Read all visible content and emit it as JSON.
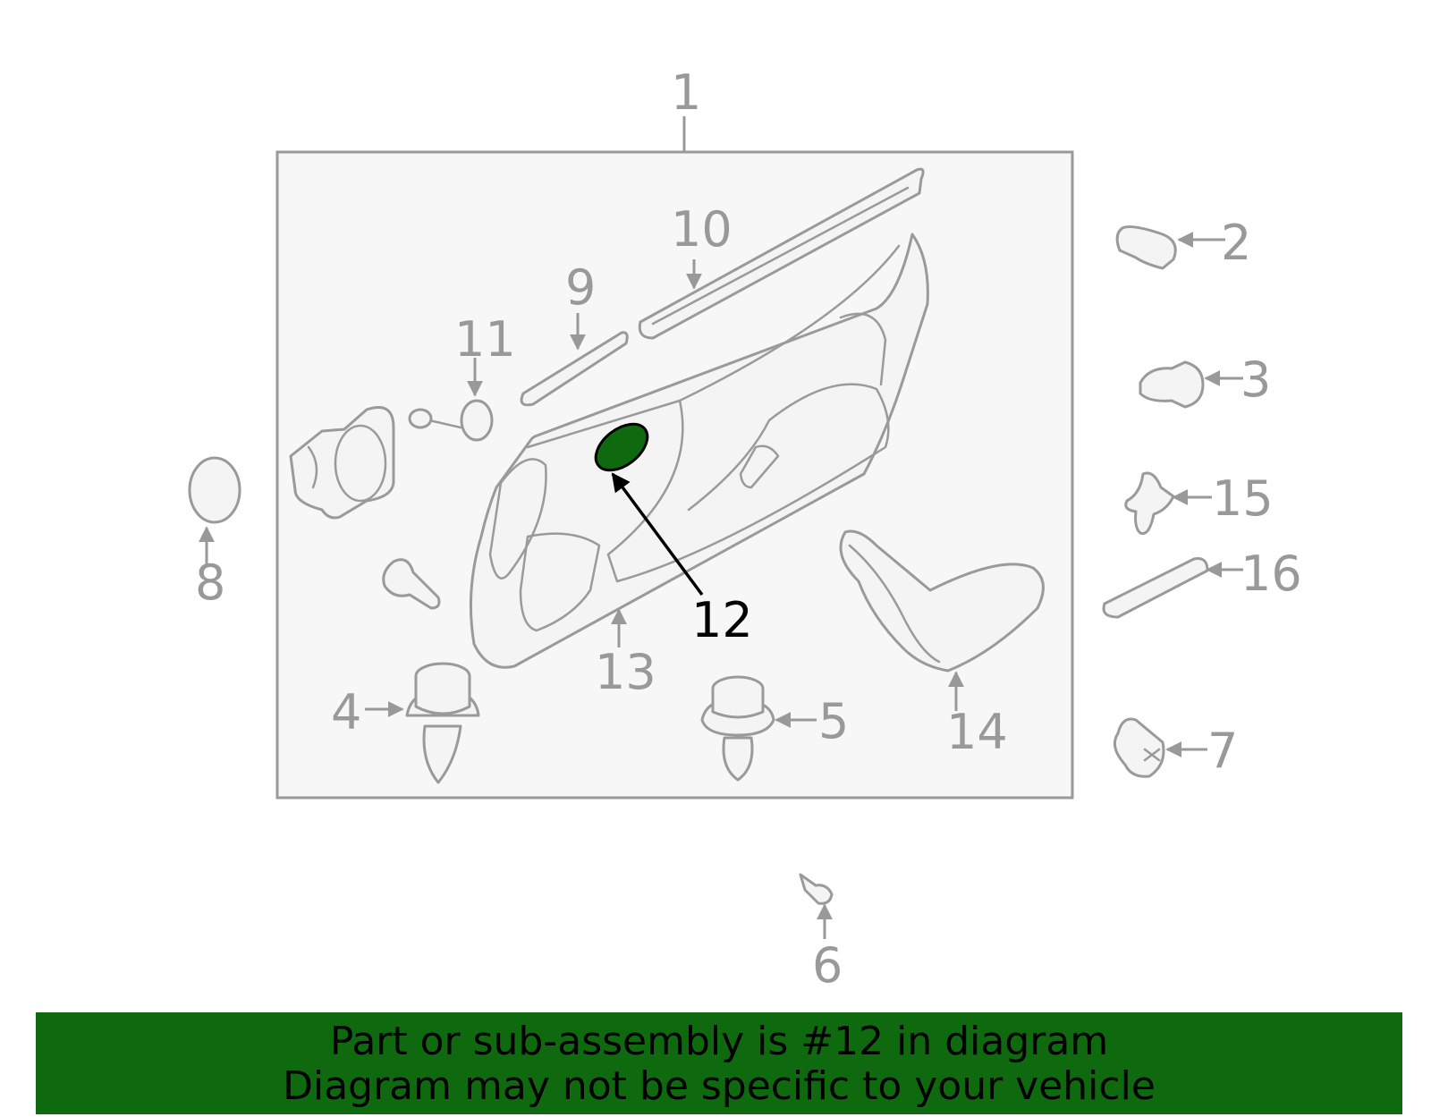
{
  "diagram": {
    "highlighted_part": "12",
    "callouts": {
      "c1": "1",
      "c2": "2",
      "c3": "3",
      "c4": "4",
      "c5": "5",
      "c6": "6",
      "c7": "7",
      "c8": "8",
      "c9": "9",
      "c10": "10",
      "c11": "11",
      "c12": "12",
      "c13": "13",
      "c14": "14",
      "c15": "15",
      "c16": "16"
    },
    "colors": {
      "highlight": "#0f6a0f",
      "line": "#9a9a9a",
      "frame_fill": "#f7f7f7"
    }
  },
  "banner": {
    "line1": "Part or sub-assembly is #12 in diagram",
    "line2": "Diagram may not be specific to your vehicle"
  }
}
